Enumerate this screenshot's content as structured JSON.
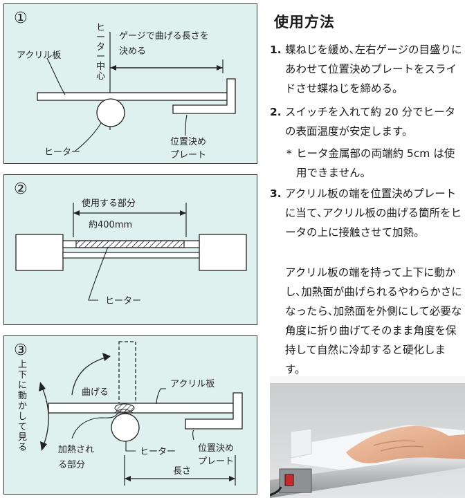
{
  "diagram1": {
    "number": "①",
    "gauge_label_line1": "ゲージで曲げる長さを",
    "gauge_label_line2": "決める",
    "heater_center_label": "ヒーター中心",
    "acrylic_label": "アクリル板",
    "heater_label": "ヒーター",
    "plate_label_line1": "位置決め",
    "plate_label_line2": "プレート"
  },
  "diagram2": {
    "number": "②",
    "use_part_label": "使用する部分",
    "length_label": "約400mm",
    "heater_label": "ヒーター"
  },
  "diagram3": {
    "number": "③",
    "move_label": "上下に動かして見る",
    "bend_label": "曲げる",
    "acrylic_label": "アクリル板",
    "heated_label_line1": "加熱され",
    "heated_label_line2": "る部分",
    "heater_label": "ヒーター",
    "plate_label_line1": "位置決め",
    "plate_label_line2": "プレート",
    "length_label": "長さ"
  },
  "instructions": {
    "title": "使用方法",
    "step1_num": "1.",
    "step1_text": "蝶ねじを緩め､左右ゲージの目盛りにあわせて位置決めプレートをスライドさせ蝶ねじを締める。",
    "step2_num": "2.",
    "step2_text": "スイッチを入れて約 20 分でヒータの表面温度が安定します。",
    "note_mark": "*",
    "note_text": "ヒータ金属部の両端約 5cm は使用できません。",
    "step3_num": "3.",
    "step3_text": "アクリル板の端を位置決めプレートに当て､アクリル板の曲げる箇所をヒータの上に接触させて加熱。",
    "step3_para": "アクリル板の端を持って上下に動かし､加熱面が曲げられるやわらかさになったら､加熱面を外側にして必要な角度に折り曲げてそのまま角度を保持して自然に冷却すると硬化します。"
  }
}
